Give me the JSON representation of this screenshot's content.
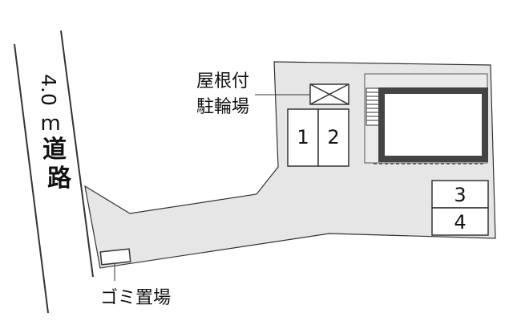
{
  "road": {
    "width_text": "4.0",
    "unit_text": "m",
    "name_char_1": "道",
    "name_char_2": "路"
  },
  "covered_bicycle_parking": {
    "line1": "屋根付",
    "line2": "駐輪場"
  },
  "parking_spaces": [
    "1",
    "2",
    "3",
    "4"
  ],
  "garbage_area": {
    "label": "ゴミ置場"
  },
  "colors": {
    "lot_fill": "#e6e6e6",
    "outline": "#333333",
    "building_wall": "#444444",
    "space_fill": "#ffffff"
  }
}
